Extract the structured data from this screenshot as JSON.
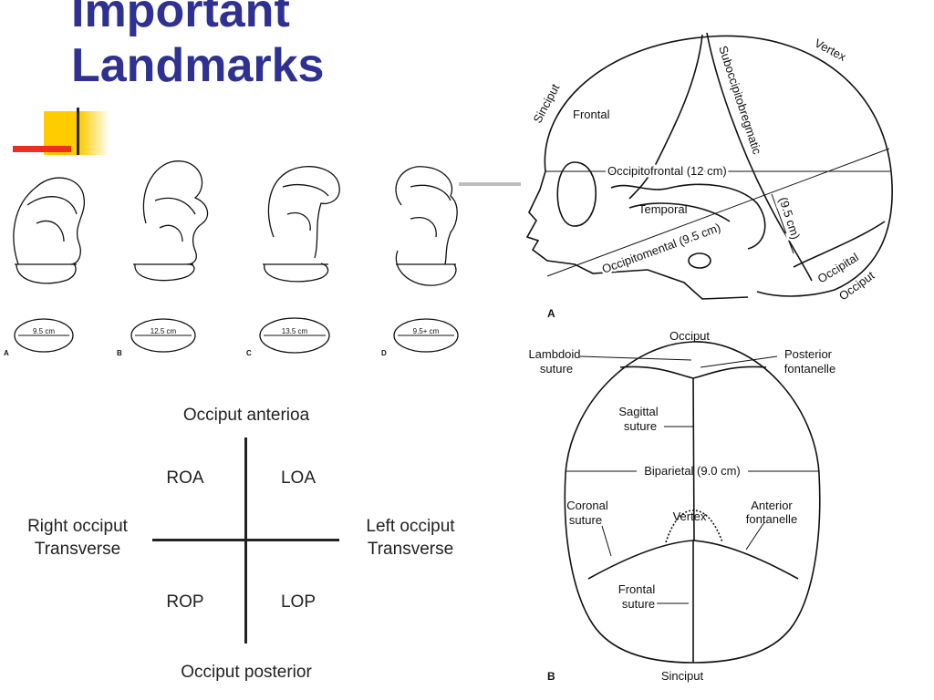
{
  "title": {
    "line1": "Important",
    "line2": "Landmarks"
  },
  "accent_colors": {
    "title": "#2e3192",
    "deco_yellow": "#ffcc00",
    "deco_red": "#e8301c"
  },
  "fetal_presentations": [
    {
      "letter": "A",
      "diameter": "9.5 cm"
    },
    {
      "letter": "B",
      "diameter": "12.5 cm"
    },
    {
      "letter": "C",
      "diameter": "13.5 cm"
    },
    {
      "letter": "D",
      "diameter": "9.5+ cm"
    }
  ],
  "lateral_skull": {
    "panel": "A",
    "labels": {
      "vertex": "Vertex",
      "sinciput": "Sinciput",
      "frontal": "Frontal",
      "suboccipitobregmatic": "Suboccipitobregmatic",
      "occipitofrontal": "Occipitofrontal (12 cm)",
      "temporal": "Temporal",
      "sob_measure": "(9.5 cm)",
      "occipitomental": "Occipitomental (9.5 cm)",
      "occipital": "Occipital",
      "occiput": "Occiput"
    }
  },
  "top_skull": {
    "panel": "B",
    "labels": {
      "occiput": "Occiput",
      "lambdoid": [
        "Lambdoid",
        "suture"
      ],
      "posterior_fontanelle": [
        "Posterior",
        "fontanelle"
      ],
      "sagittal": [
        "Sagittal",
        "suture"
      ],
      "biparietal": "Biparietal (9.0 cm)",
      "coronal": [
        "Coronal",
        "suture"
      ],
      "vertex": "Vertex",
      "anterior_fontanelle": [
        "Anterior",
        "fontanelle"
      ],
      "frontal": [
        "Frontal",
        "suture"
      ],
      "sinciput": "Sinciput"
    }
  },
  "positions": {
    "top": "Occiput anterioa",
    "bottom": "Occiput posterior",
    "left": [
      "Right occiput",
      "Transverse"
    ],
    "right": [
      "Left occiput",
      "Transverse"
    ],
    "roa": "ROA",
    "loa": "LOA",
    "rop": "ROP",
    "lop": "LOP"
  }
}
